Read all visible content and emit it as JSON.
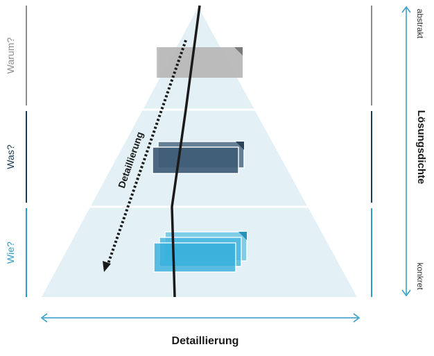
{
  "levels": [
    {
      "question": "Warum?",
      "color": "#8c8c8c"
    },
    {
      "question": "Was?",
      "color": "#1b3c57"
    },
    {
      "question": "Wie?",
      "color": "#2d9cc4"
    }
  ],
  "right_axis": {
    "title": "Lösungsdichte",
    "top_label": "abstrakt",
    "bottom_label": "konkret",
    "color": "#2d9cc4"
  },
  "bottom_axis": {
    "title": "Detaillierung",
    "color": "#2d9cc4"
  },
  "arrow_label": "Detaillierung",
  "colors": {
    "pyramid_fill": "#e3f1f7",
    "level_gray": "#b6b6b6",
    "level_navy": "#3f5d76",
    "level_cyan": "#3ab3dc",
    "line": "#1a1a1a"
  },
  "boxes_per_level": [
    1,
    2,
    3
  ]
}
